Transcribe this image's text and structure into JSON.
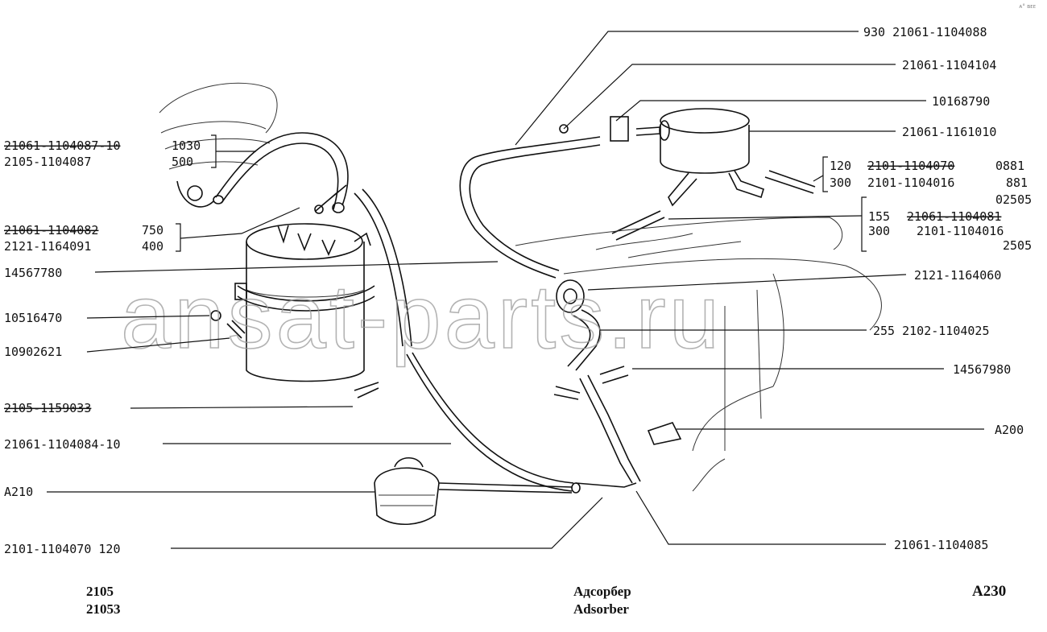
{
  "corner_mark": "ᴀ° ʙᴇᴇ",
  "watermark": "ansat-parts.ru",
  "labels_left": [
    {
      "id": "l1a",
      "text": "21061-1104087-10",
      "qty": "1030",
      "struck": true
    },
    {
      "id": "l1b",
      "text": "2105-1104087",
      "qty": "500",
      "struck": false
    },
    {
      "id": "l2a",
      "text": "21061-1104082",
      "qty": "750",
      "struck": true
    },
    {
      "id": "l2b",
      "text": "2121-1164091",
      "qty": "400",
      "struck": false
    },
    {
      "id": "l3",
      "text": "14567780"
    },
    {
      "id": "l4",
      "text": "10516470"
    },
    {
      "id": "l5",
      "text": "10902621"
    },
    {
      "id": "l6",
      "text": "2105-1159033",
      "struck": true
    },
    {
      "id": "l7",
      "text": "21061-1104084-10"
    },
    {
      "id": "l8",
      "text": "A210"
    },
    {
      "id": "l9",
      "text": "2101-1104070 120"
    }
  ],
  "labels_right": [
    {
      "id": "r1",
      "text": "930  21061-1104088"
    },
    {
      "id": "r2",
      "text": "21061-1104104"
    },
    {
      "id": "r3",
      "text": "10168790"
    },
    {
      "id": "r4",
      "text": "21061-1161010"
    },
    {
      "id": "r5a",
      "qty": "120",
      "text": "2101-1104070",
      "suffix": "0881",
      "struck": true
    },
    {
      "id": "r5b",
      "qty": "300",
      "text": "2101-1104016",
      "suffix": "881",
      "struck": false
    },
    {
      "id": "r6top",
      "text": "02505"
    },
    {
      "id": "r6a",
      "qty": "155",
      "text": "21061-1104081",
      "struck": true
    },
    {
      "id": "r6b",
      "qty": "300",
      "text": "2101-1104016"
    },
    {
      "id": "r6bot",
      "text": "2505"
    },
    {
      "id": "r7",
      "text": "2121-1164060"
    },
    {
      "id": "r8",
      "text": "255  2102-1104025"
    },
    {
      "id": "r9",
      "text": "14567980"
    },
    {
      "id": "r10",
      "text": "A200"
    },
    {
      "id": "r11",
      "text": "21061-1104085"
    }
  ],
  "footer": {
    "models": [
      "2105",
      "21053"
    ],
    "title_ru": "Адсорбер",
    "title_en": "Adsorber",
    "page_code": "A230"
  }
}
